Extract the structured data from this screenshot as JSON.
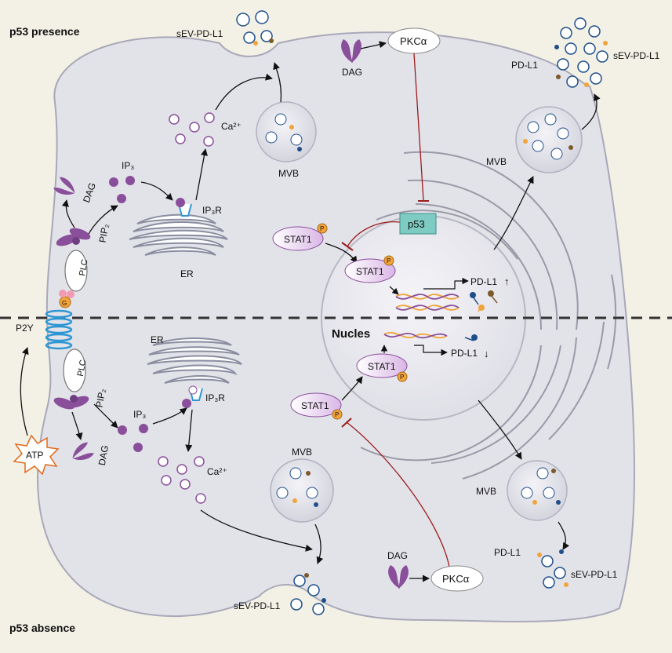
{
  "titles": {
    "top": "p53 presence",
    "bottom": "p53 absence"
  },
  "labels": {
    "sev_top_left": "sEV-PD-L1",
    "sev_top_right": "sEV-PD-L1",
    "sev_bottom_left": "sEV-PD-L1",
    "sev_bottom_right": "sEV-PD-L1",
    "pdl1_top": "PD-L1",
    "pdl1_bottom": "PD-L1",
    "pkc_top": "PKCα",
    "pkc_bottom": "PKCα",
    "dag_top": "DAG",
    "dag_bottom": "DAG",
    "dag_left_top": "DAG",
    "dag_left_bottom": "DAG",
    "ca_top": "Ca²⁺",
    "ca_bottom": "Ca²⁺",
    "mvb_top_left": "MVB",
    "mvb_top_right": "MVB",
    "mvb_bottom_left": "MVB",
    "mvb_bottom_right": "MVB",
    "ip3_top": "IP₃",
    "ip3_bottom": "IP₃",
    "ip3r_top": "IP₃R",
    "ip3r_bottom": "IP₃R",
    "pip2_top": "PIP₂",
    "pip2_bottom": "PIP₂",
    "er_top": "ER",
    "er_bottom": "ER",
    "plc_top": "PLC",
    "plc_bottom": "PLC",
    "p2y": "P2Y",
    "atp": "ATP",
    "p53": "p53",
    "nucleus": "Nucles",
    "stat1_top_outer": "STAT1",
    "stat1_top_inner": "STAT1",
    "stat1_bottom_outer": "STAT1",
    "stat1_bottom_inner": "STAT1",
    "phospho": "P",
    "pdl1_up": "PD-L1",
    "pdl1_down": "PD-L1",
    "up_arrow": "↑",
    "down_arrow": "↓",
    "g_protein": "G"
  },
  "colors": {
    "background": "#f3f1e6",
    "cell": "#e4e4ea",
    "cell_border": "#a9a9b8",
    "nucleus": "#ececf1",
    "purple": "#8a4f9a",
    "inhibition": "#9b1c1c",
    "p53_box": "#7ecbc3",
    "receptor": "#2e97d3",
    "orange": "#f2a33a",
    "navy": "#1f4f8a",
    "brown": "#7a5a2a"
  }
}
